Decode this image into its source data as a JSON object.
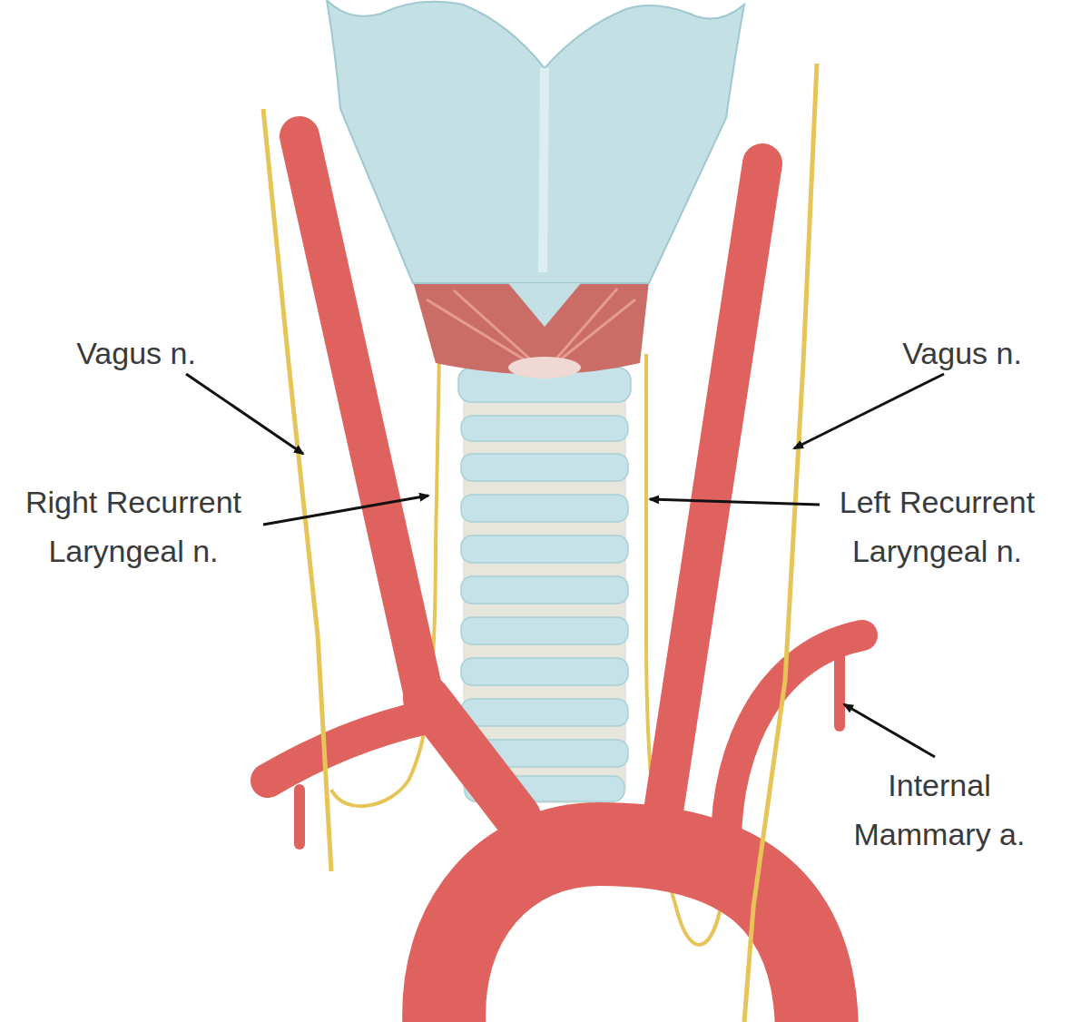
{
  "diagram": {
    "labels": [
      "Vagus n.",
      "Vagus n.",
      "Right Recurrent Laryngeal n.",
      "Left Recurrent Laryngeal n.",
      "Internal Mammary a."
    ]
  }
}
